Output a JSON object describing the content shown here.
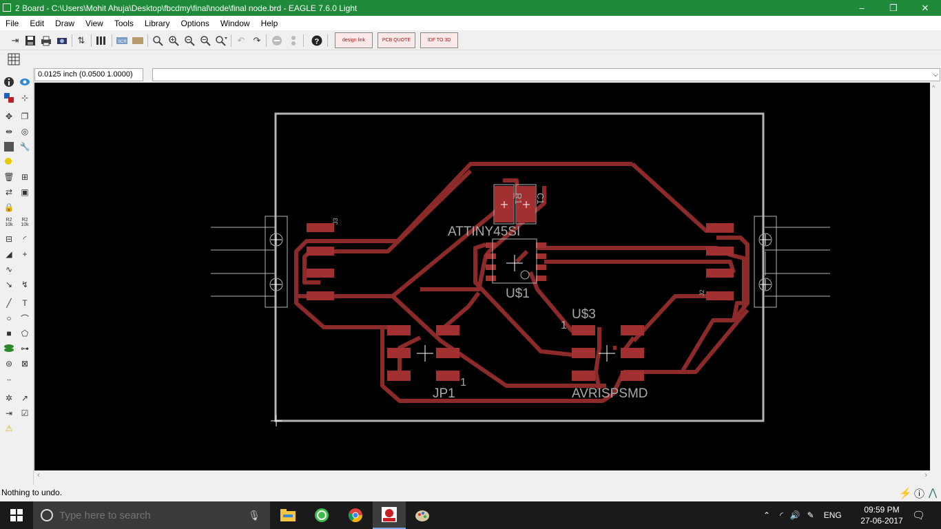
{
  "window": {
    "title": "2 Board - C:\\Users\\Mohit Ahuja\\Desktop\\fbcdmy\\final\\node\\final node.brd - EAGLE 7.6.0 Light",
    "minimize": "–",
    "maximize": "❐",
    "close": "✕"
  },
  "menu": [
    "File",
    "Edit",
    "Draw",
    "View",
    "Tools",
    "Library",
    "Options",
    "Window",
    "Help"
  ],
  "toolbar": {
    "designlink": "design link",
    "pcbquote": "PCB QUOTE",
    "idfto3d": "IDF TO 3D"
  },
  "command": {
    "grid_readout": "0.0125 inch (0.0500 1.0000)",
    "input_value": ""
  },
  "left_tools": {
    "r2_labels": [
      "R2",
      "10k",
      "R2",
      "10k"
    ],
    "text_tool": "T"
  },
  "board": {
    "labels": {
      "attiny": "ATTINY45SI",
      "u1": "U$1",
      "u3": "U$3",
      "jp1": "JP1",
      "avrispsmd": "AVRISPSMD",
      "j3": "J3",
      "j2": "J2",
      "r1": "R1",
      "c1": "C1",
      "pin1_u3": "1",
      "pin1_jp1": "1"
    },
    "colors": {
      "background": "#000000",
      "trace": "#8c2a2a",
      "pad": "#a33030",
      "outline": "#b4b4b4",
      "text": "#a8a8a8"
    }
  },
  "status": {
    "message": "Nothing to undo."
  },
  "taskbar": {
    "search_placeholder": "Type here to search",
    "language": "ENG",
    "time": "09:59 PM",
    "date": "27-06-2017"
  }
}
